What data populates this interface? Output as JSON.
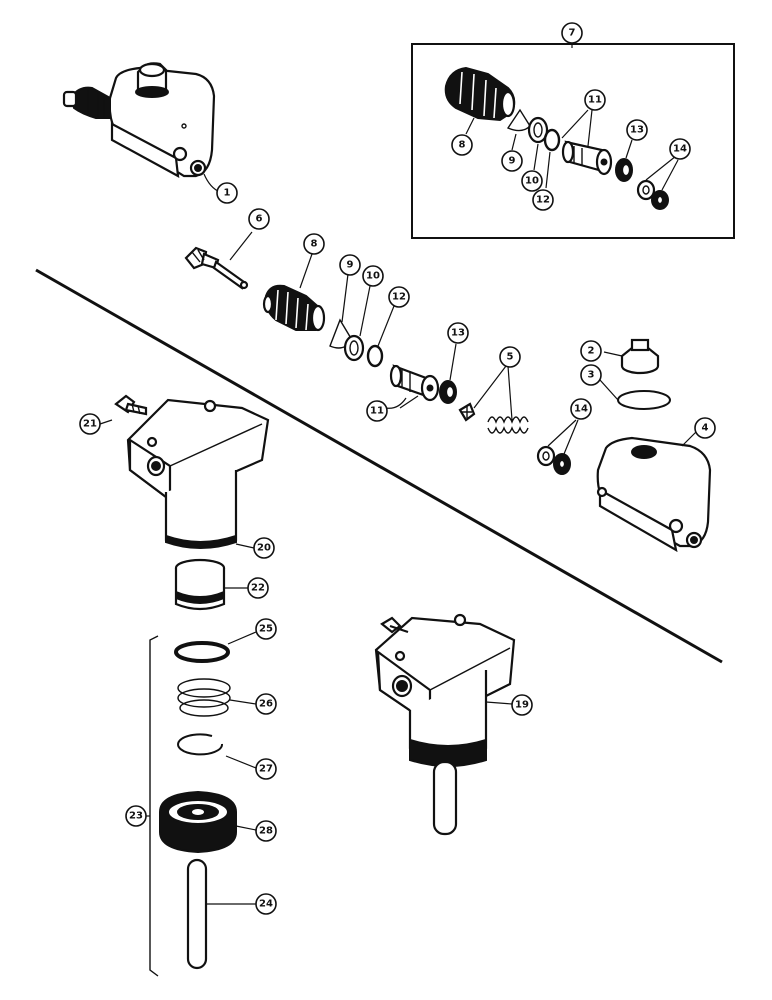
{
  "callouts": {
    "c1": "1",
    "c2": "2",
    "c3": "3",
    "c4": "4",
    "c5": "5",
    "c6": "6",
    "c7": "7",
    "c8a": "8",
    "c8b": "8",
    "c9a": "9",
    "c9b": "9",
    "c10a": "10",
    "c10b": "10",
    "c11a": "11",
    "c11b": "11",
    "c12a": "12",
    "c12b": "12",
    "c13a": "13",
    "c13b": "13",
    "c14a": "14",
    "c14b": "14",
    "c19": "19",
    "c20": "20",
    "c21": "21",
    "c22": "22",
    "c23": "23",
    "c24": "24",
    "c25": "25",
    "c26": "26",
    "c27": "27",
    "c28": "28"
  },
  "colors": {
    "ink": "#111111",
    "paper": "#ffffff"
  }
}
